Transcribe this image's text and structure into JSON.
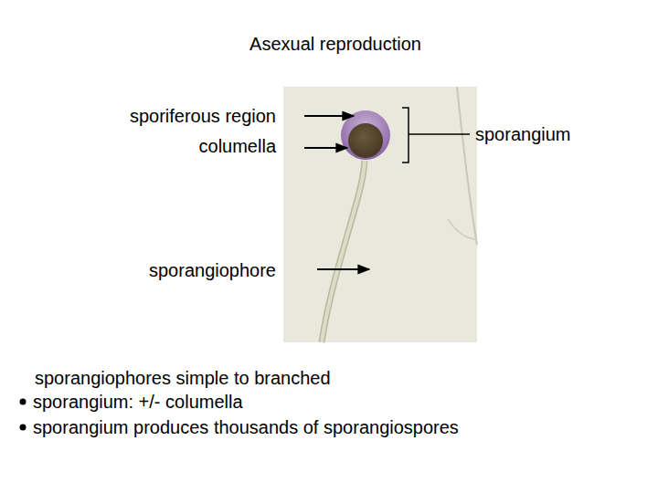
{
  "diagram": {
    "title": "Asexual reproduction",
    "labels": [
      "sporiferous region",
      "columella",
      "sporangium",
      "sporangiophore",
      "sporangiophores simple to branched",
      "sporangium: +/- columella",
      "sporangium produces thousands of sporangiospores"
    ]
  }
}
